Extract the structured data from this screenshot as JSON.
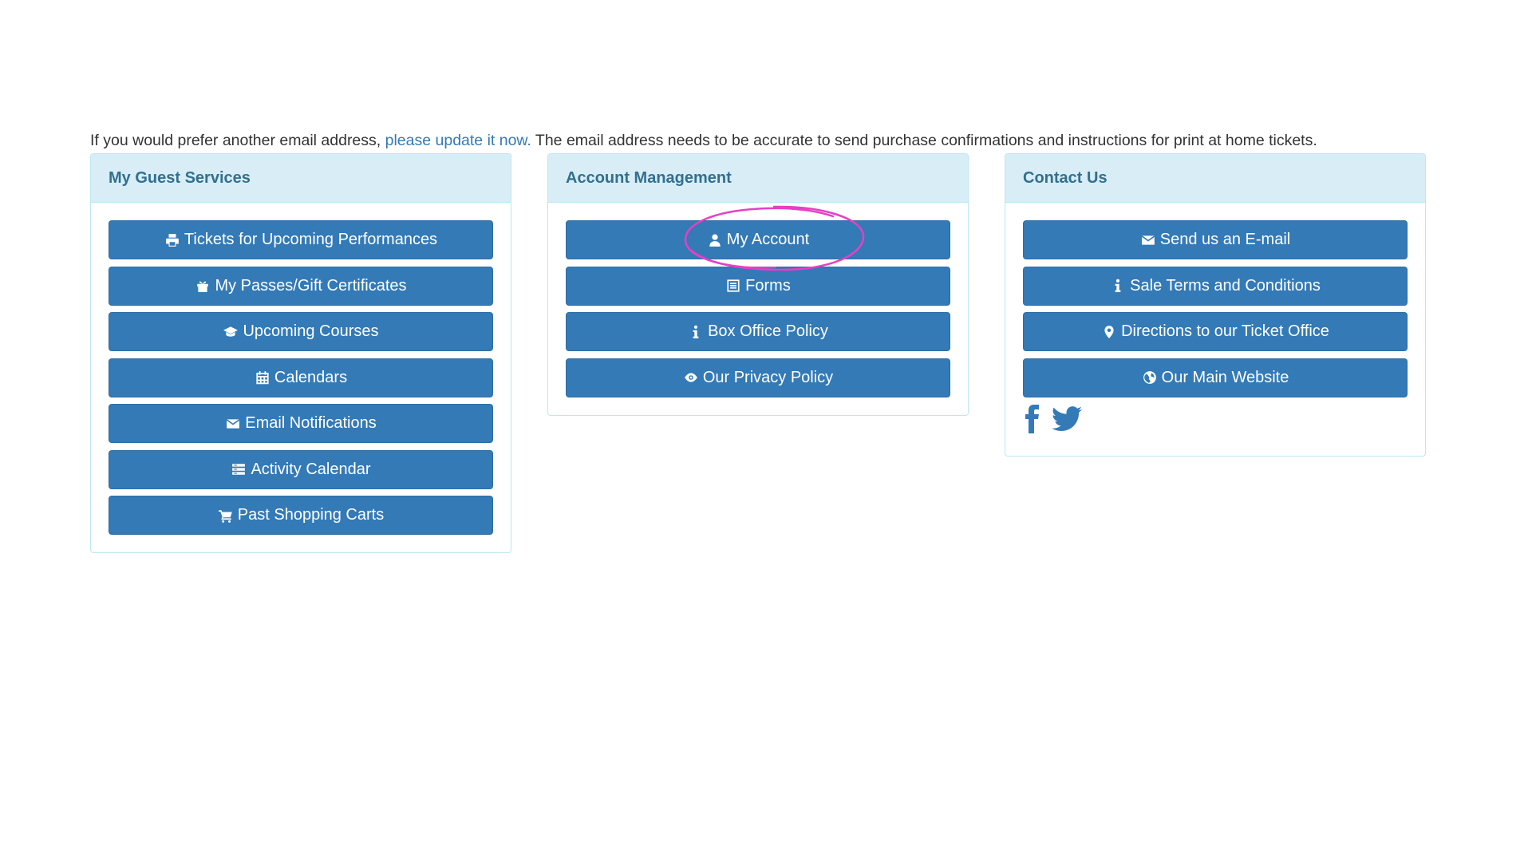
{
  "intro": {
    "before_link": "If you would prefer another email address, ",
    "link": "please update it now.",
    "after_link": " The email address needs to be accurate to send purchase confirmations and instructions for print at home tickets."
  },
  "panels": {
    "guest_services": {
      "title": "My Guest Services",
      "buttons": [
        {
          "label": "Tickets for Upcoming Performances",
          "icon": "print-icon"
        },
        {
          "label": "My Passes/Gift Certificates",
          "icon": "gift-icon"
        },
        {
          "label": "Upcoming Courses",
          "icon": "graduation-cap-icon"
        },
        {
          "label": "Calendars",
          "icon": "calendar-icon"
        },
        {
          "label": "Email Notifications",
          "icon": "envelope-icon"
        },
        {
          "label": "Activity Calendar",
          "icon": "list-icon"
        },
        {
          "label": "Past Shopping Carts",
          "icon": "cart-icon"
        }
      ]
    },
    "account_management": {
      "title": "Account Management",
      "buttons": [
        {
          "label": "My Account",
          "icon": "user-icon"
        },
        {
          "label": "Forms",
          "icon": "form-icon"
        },
        {
          "label": "Box Office Policy",
          "icon": "info-icon"
        },
        {
          "label": "Our Privacy Policy",
          "icon": "eye-icon"
        }
      ]
    },
    "contact_us": {
      "title": "Contact Us",
      "buttons": [
        {
          "label": "Send us an E-mail",
          "icon": "envelope-icon"
        },
        {
          "label": "Sale Terms and Conditions",
          "icon": "info-icon"
        },
        {
          "label": "Directions to our Ticket Office",
          "icon": "map-marker-icon"
        },
        {
          "label": "Our Main Website",
          "icon": "globe-icon"
        }
      ],
      "social": [
        "facebook-icon",
        "twitter-icon"
      ]
    }
  },
  "colors": {
    "button_bg": "#337ab7",
    "panel_heading_bg": "#d9edf7",
    "panel_heading_text": "#31708f",
    "link": "#337ab7",
    "annotation": "#e83fc4"
  }
}
